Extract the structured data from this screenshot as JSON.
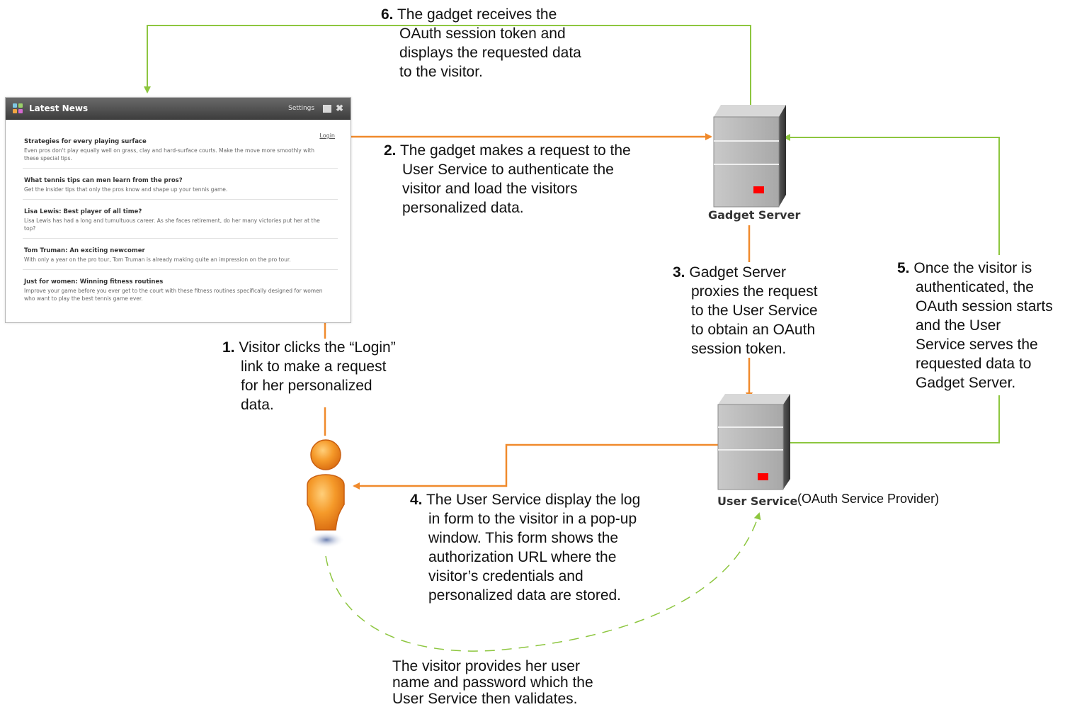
{
  "gadget": {
    "title": "Latest News",
    "settings_label": "Settings",
    "login_link": "Login",
    "items": [
      {
        "headline": "Strategies for every playing surface",
        "desc": "Even pros don't play equally well on grass, clay and hard-surface courts. Make the move more smoothly with these special tips."
      },
      {
        "headline": "What tennis tips can men learn from the pros?",
        "desc": "Get the insider tips that only the pros know and shape up your tennis game."
      },
      {
        "headline": "Lisa Lewis: Best player of all time?",
        "desc": "Lisa Lewis has had a long and tumultuous career. As she faces retirement, do her many victories put her at the top?"
      },
      {
        "headline": "Tom Truman: An exciting newcomer",
        "desc": "With only a year on the pro tour, Tom Truman is already making quite an impression on the pro tour."
      },
      {
        "headline": "Just for women: Winning fitness routines",
        "desc": "Improve your game before you ever get to the court with these fitness routines specifically designed for women who want to play the best tennis game ever."
      }
    ]
  },
  "servers": {
    "gadget_server": "Gadget Server",
    "user_service": "User Service",
    "user_service_note": "(OAuth Service Provider)"
  },
  "steps": [
    {
      "num": "1.",
      "text": "Visitor clicks the “Login”\nlink to make a request\nfor her personalized\ndata."
    },
    {
      "num": "2.",
      "text": "The gadget makes a request to the\nUser Service to authenticate the\nvisitor and load the visitors\npersonalized data."
    },
    {
      "num": "3.",
      "text": "Gadget Server\nproxies the request\nto the User Service\nto obtain an OAuth\nsession token."
    },
    {
      "num": "4.",
      "text": "The User Service display the log\nin form to the visitor in a pop-up\nwindow. This form shows the\nauthorization URL where the\nvisitor’s credentials and\npersonalized data are stored."
    },
    {
      "num": "5.",
      "text": "Once the visitor is\nauthenticated, the\nOAuth session starts\nand the User\nService serves the\nrequested data to\nGadget Server."
    },
    {
      "num": "6.",
      "text": "The gadget receives the\nOAuth session token and\ndisplays the requested data\nto the visitor."
    }
  ],
  "validation_note": "The visitor provides her user\nname and password which the\nUser Service then validates.",
  "colors": {
    "orange": "#f08a2c",
    "green": "#8dc63f",
    "server_gray": "#b5b5b5",
    "led_red": "#ff0000"
  }
}
